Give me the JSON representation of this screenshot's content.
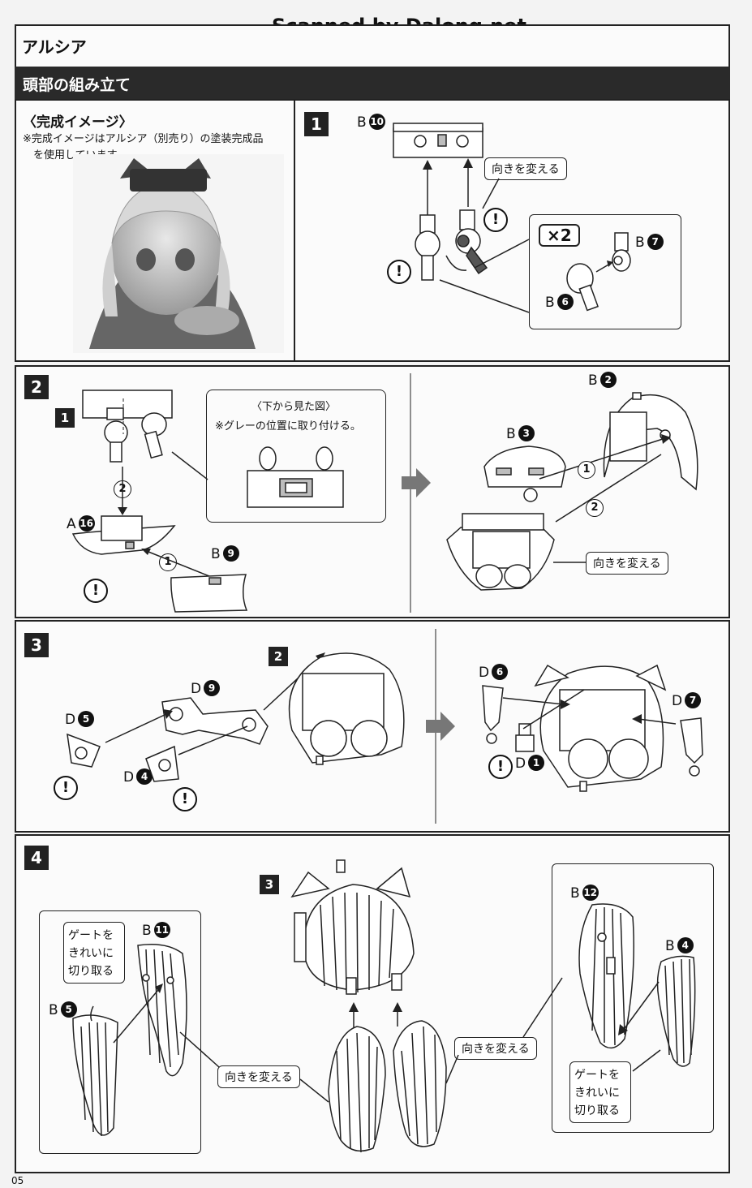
{
  "watermark": "Scanned by Dalong.net",
  "header": {
    "title": "アルシア"
  },
  "section": {
    "title": "頭部の組み立て"
  },
  "preview": {
    "title": "〈完成イメージ〉",
    "note_line1": "※完成イメージはアルシア（別売り）の塗装完成品",
    "note_line2": "を使用しています。"
  },
  "steps": [
    {
      "number": "1"
    },
    {
      "number": "2"
    },
    {
      "number": "3"
    },
    {
      "number": "4"
    }
  ],
  "step1": {
    "part_top": {
      "letter": "B",
      "num": "10"
    },
    "turn_label": "向きを変える",
    "multiplier": "×2",
    "part_a": {
      "letter": "B",
      "num": "7"
    },
    "part_b": {
      "letter": "B",
      "num": "6"
    }
  },
  "step2": {
    "sub_badge": "1",
    "inset_title": "〈下から見た図〉",
    "inset_note": "※グレーの位置に取り付ける。",
    "part_a16": {
      "letter": "A",
      "num": "16"
    },
    "part_b9": {
      "letter": "B",
      "num": "9"
    },
    "order_1": "1",
    "order_2": "2",
    "part_b3": {
      "letter": "B",
      "num": "3"
    },
    "part_b2": {
      "letter": "B",
      "num": "2"
    },
    "turn_label": "向きを変える"
  },
  "step3": {
    "sub_badge": "2",
    "part_d9": {
      "letter": "D",
      "num": "9"
    },
    "part_d5": {
      "letter": "D",
      "num": "5"
    },
    "part_d4": {
      "letter": "D",
      "num": "4"
    },
    "part_d6": {
      "letter": "D",
      "num": "6"
    },
    "part_d7": {
      "letter": "D",
      "num": "7"
    },
    "part_d1": {
      "letter": "D",
      "num": "1"
    }
  },
  "step4": {
    "sub_badge": "3",
    "gate_note_line1": "ゲートを",
    "gate_note_line2": "きれいに",
    "gate_note_line3": "切り取る",
    "part_b11": {
      "letter": "B",
      "num": "11"
    },
    "part_b5": {
      "letter": "B",
      "num": "5"
    },
    "part_b12": {
      "letter": "B",
      "num": "12"
    },
    "part_b4": {
      "letter": "B",
      "num": "4"
    },
    "turn_label_left": "向きを変える",
    "turn_label_right": "向きを変える"
  },
  "warning_symbol": "!",
  "page_number": "05"
}
